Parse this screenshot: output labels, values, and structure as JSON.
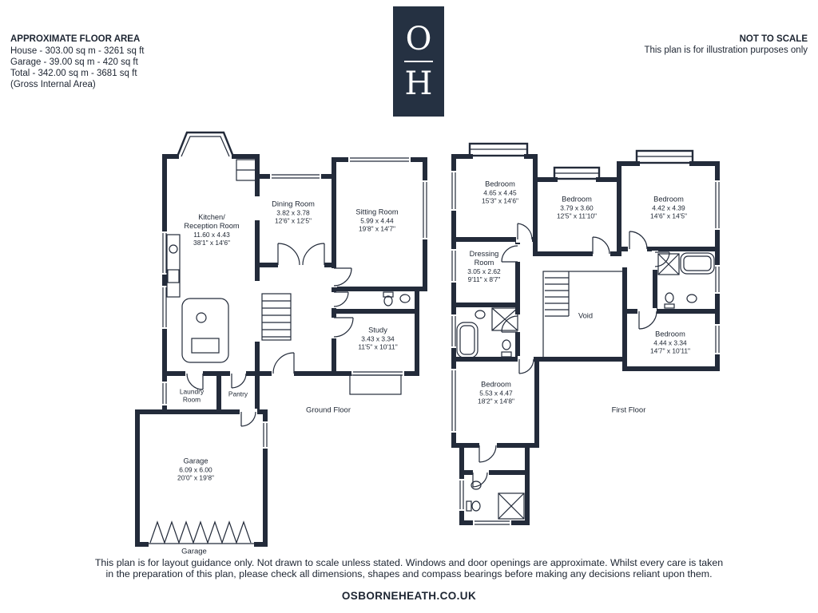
{
  "colors": {
    "wall": "#232b3a",
    "logo_bg": "#253142",
    "text": "#1d2532"
  },
  "header": {
    "area_title": "APPROXIMATE FLOOR AREA",
    "area_lines": [
      "House - 303.00 sq m - 3261 sq ft",
      "Garage - 39.00 sq m - 420 sq ft",
      "Total - 342.00 sq m - 3681 sq ft",
      "(Gross Internal Area)"
    ],
    "logo_top": "O",
    "logo_bottom": "H",
    "scale_title": "NOT TO SCALE",
    "scale_note": "This plan is for illustration purposes only"
  },
  "ground_floor": {
    "caption": "Ground Floor",
    "garage_caption": "Garage",
    "rooms": {
      "kitchen": {
        "name1": "Kitchen/",
        "name2": "Reception Room",
        "metric": "11.60 x 4.43",
        "imperial": "38'1\" x 14'6\""
      },
      "dining": {
        "name1": "Dining Room",
        "metric": "3.82 x 3.78",
        "imperial": "12'6\" x 12'5\""
      },
      "sitting": {
        "name1": "Sitting Room",
        "metric": "5.99 x 4.44",
        "imperial": "19'8\" x 14'7\""
      },
      "study": {
        "name1": "Study",
        "metric": "3.43 x 3.34",
        "imperial": "11'5\" x 10'11\""
      },
      "laundry": {
        "name1": "Laundry",
        "name2": "Room"
      },
      "pantry": {
        "name1": "Pantry"
      },
      "garage": {
        "name1": "Garage",
        "metric": "6.09 x 6.00",
        "imperial": "20'0\" x 19'8\""
      }
    }
  },
  "first_floor": {
    "caption": "First Floor",
    "rooms": {
      "bedroom1": {
        "name1": "Bedroom",
        "metric": "4.65 x 4.45",
        "imperial": "15'3\" x 14'6\""
      },
      "bedroom2": {
        "name1": "Bedroom",
        "metric": "3.79 x 3.60",
        "imperial": "12'5\" x 11'10\""
      },
      "bedroom3": {
        "name1": "Bedroom",
        "metric": "4.42 x 4.39",
        "imperial": "14'6\" x 14'5\""
      },
      "dressing": {
        "name1": "Dressing",
        "name2": "Room",
        "metric": "3.05 x 2.62",
        "imperial": "9'11\" x 8'7\""
      },
      "void": {
        "name1": "Void"
      },
      "bedroom4": {
        "name1": "Bedroom",
        "metric": "4.44 x 3.34",
        "imperial": "14'7\" x 10'11\""
      },
      "bedroom5": {
        "name1": "Bedroom",
        "metric": "5.53 x 4.47",
        "imperial": "18'2\" x 14'8\""
      }
    }
  },
  "footer": {
    "disclaimer_line1": "This plan is for layout guidance only. Not drawn to scale unless stated. Windows and door openings are approximate. Whilst every care is taken",
    "disclaimer_line2": "in the preparation of this plan, please check all dimensions, shapes and compass bearings before making any decisions reliant upon them.",
    "website": "OSBORNEHEATH.CO.UK"
  }
}
